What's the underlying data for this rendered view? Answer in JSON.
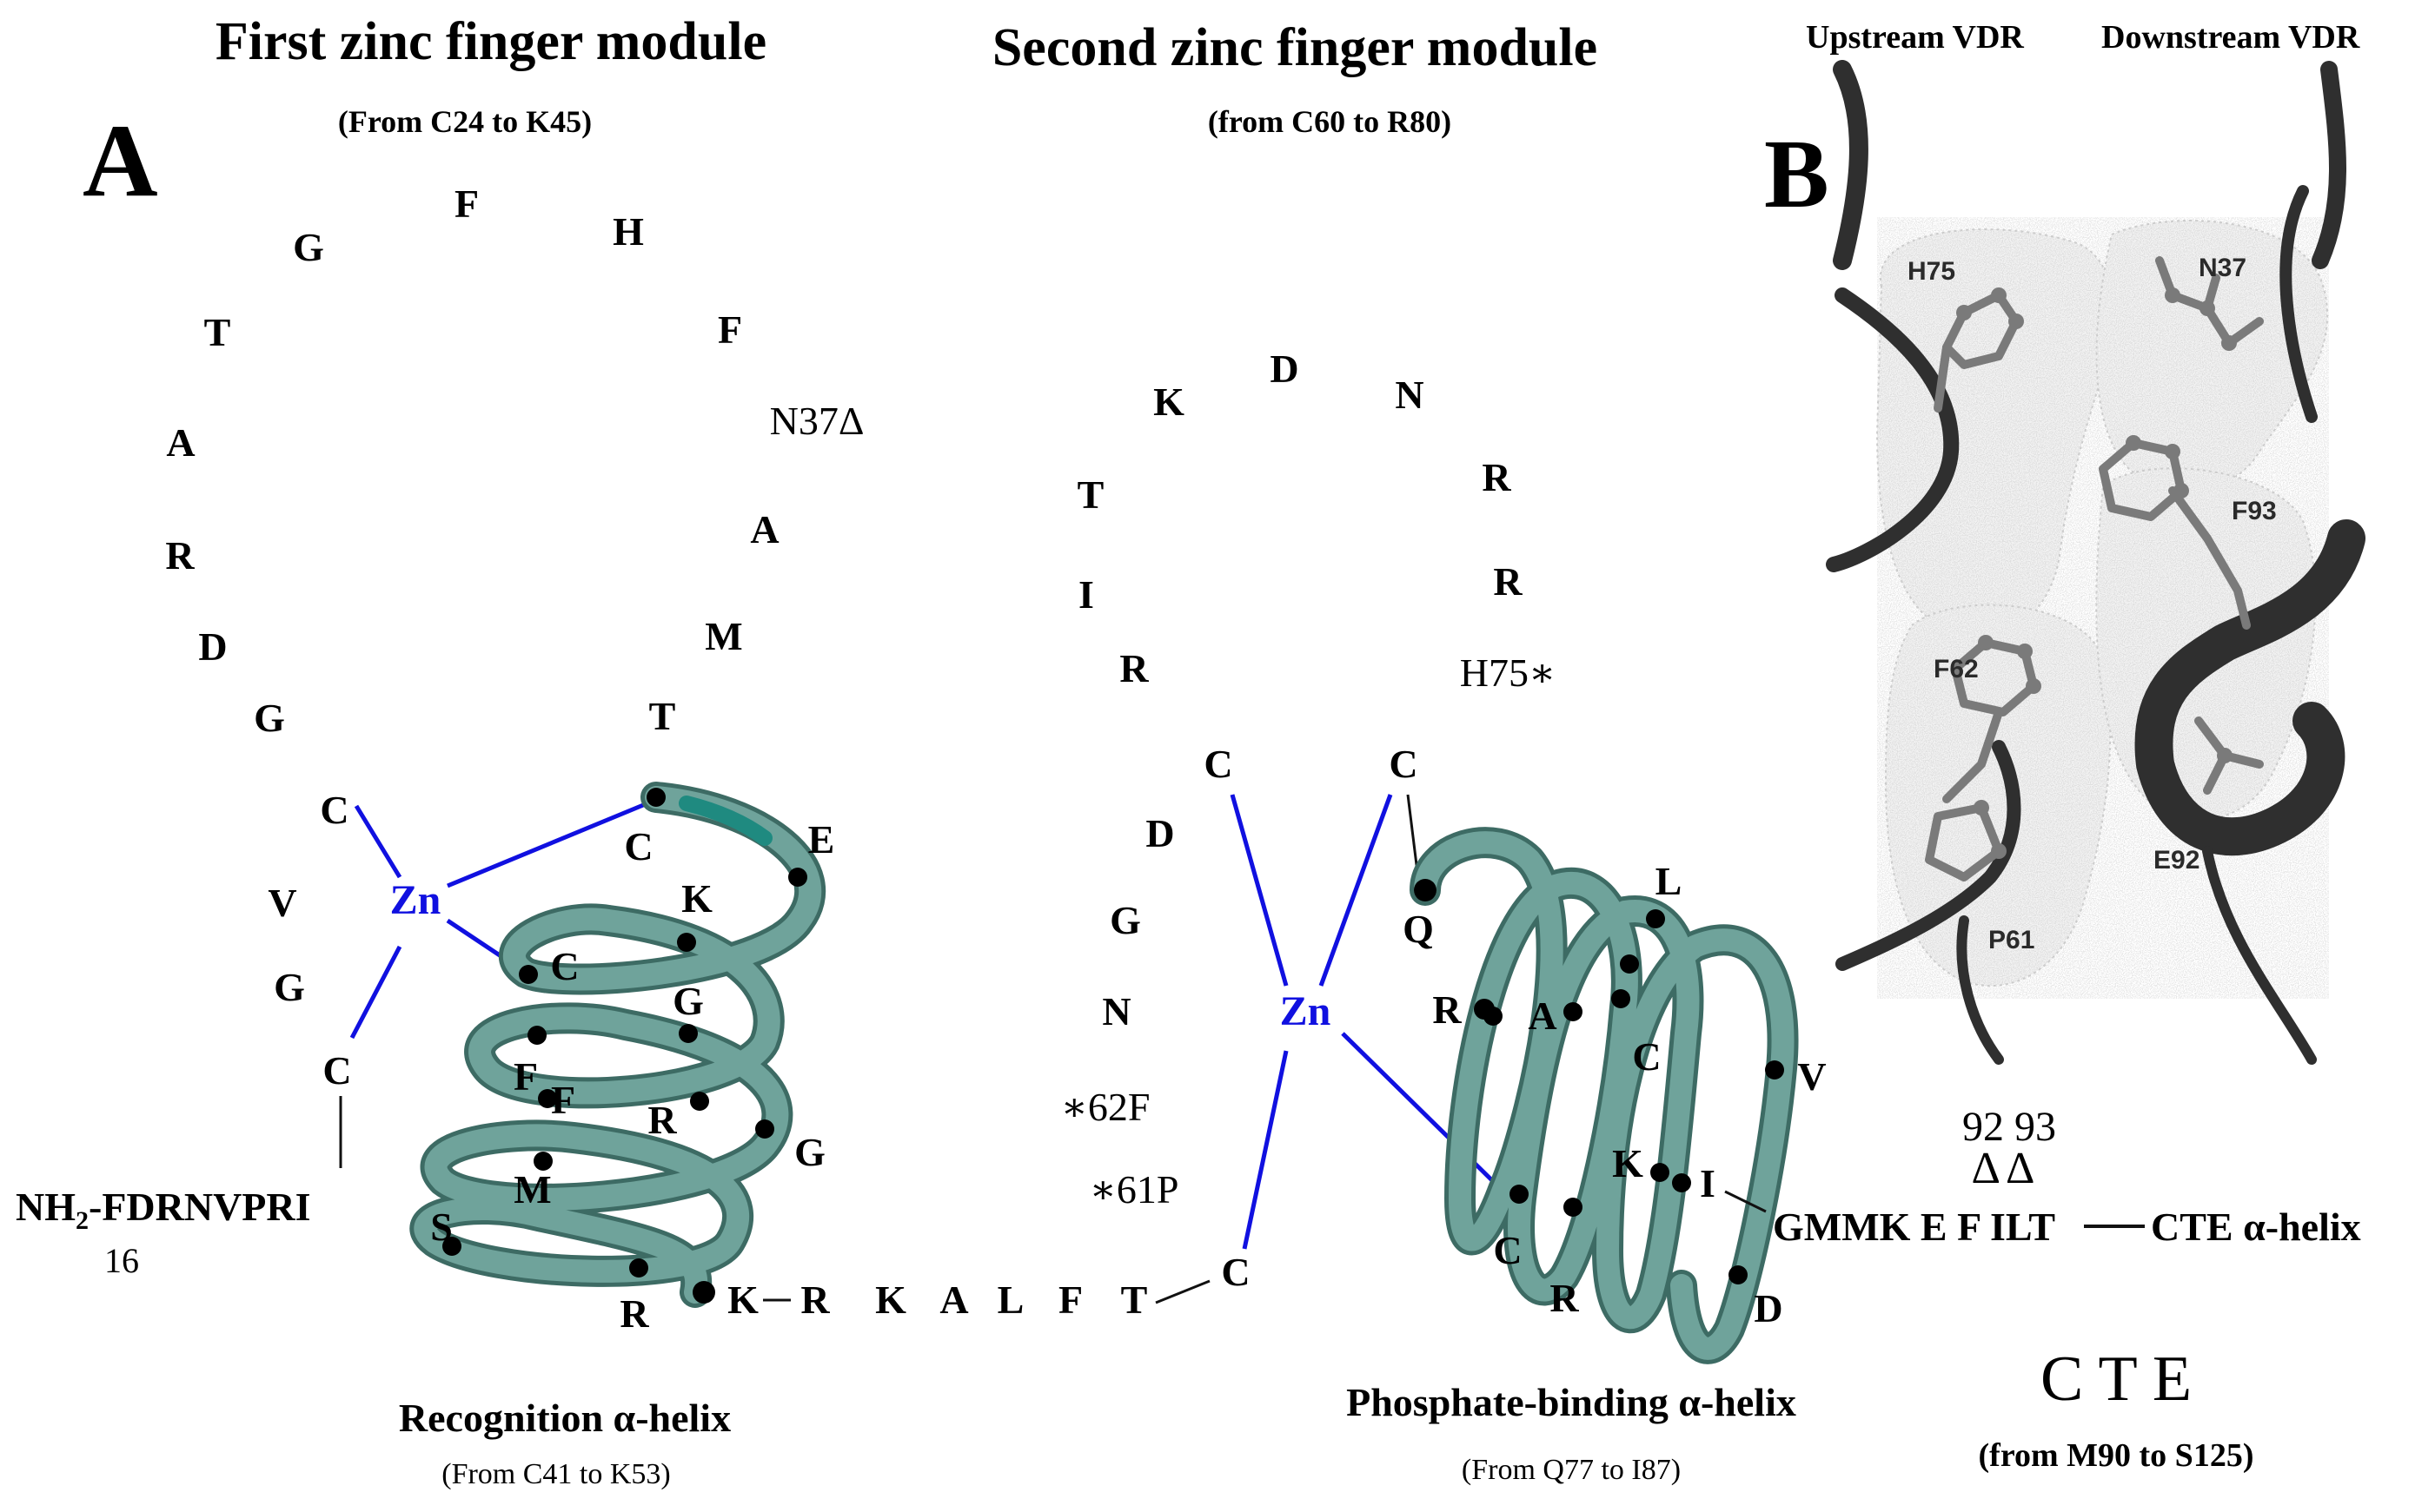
{
  "titles": {
    "module1": "First zinc finger module",
    "module1_range": "(From C24 to K45)",
    "module2": "Second zinc finger module",
    "module2_range": "(from C60 to R80)",
    "panel_a": "A",
    "panel_b": "B"
  },
  "panel_b": {
    "upstream": "Upstream VDR",
    "downstream": "Downstream VDR",
    "residues": [
      "H75",
      "N37",
      "F93",
      "F62",
      "E92",
      "P61"
    ]
  },
  "module1": {
    "loop_residues": [
      "G",
      "F",
      "H",
      "T",
      "F",
      "N37Δ",
      "A",
      "A",
      "R",
      "M",
      "D",
      "G",
      "T"
    ],
    "zinc": "Zn",
    "cys": [
      "C",
      "C",
      "C",
      "C"
    ],
    "other": [
      "V",
      "G"
    ],
    "nterm_prefix": "NH",
    "nterm_sub": "2",
    "nterm_seq": "-FDRNVPRI",
    "nterm_num": "16",
    "helix_residues": [
      "E",
      "K",
      "G",
      "R",
      "G",
      "F",
      "F",
      "M",
      "S",
      "R",
      "K"
    ],
    "helix_label": "Recognition α-helix",
    "helix_range": "(From C41 to K53)"
  },
  "linker": {
    "residues": [
      "R",
      "K",
      "A",
      "L",
      "F",
      "T"
    ],
    "chain": [
      "D",
      "G",
      "N",
      "∗62F",
      "∗61P"
    ]
  },
  "module2": {
    "loop_residues": [
      "K",
      "D",
      "N",
      "T",
      "R",
      "I",
      "R",
      "R",
      "H75∗"
    ],
    "zinc": "Zn",
    "cys": [
      "C",
      "C",
      "C",
      "C"
    ],
    "helix_residues": [
      "Q",
      "L",
      "R",
      "A",
      "C",
      "V",
      "K",
      "I",
      "C",
      "R",
      "D"
    ],
    "helix_label": "Phosphate-binding α-helix",
    "helix_range": "(From Q77 to I87)"
  },
  "cte": {
    "numbers": "92 93",
    "deltas": "ΔΔ",
    "sequence": "GMMK E F ILT",
    "helix": "CTE α-helix",
    "label": "C T E",
    "range": "(from M90 to S125)"
  },
  "colors": {
    "helix": "#6fa39b",
    "helix_edge": "#3d6b64",
    "zinc_line": "#1010e0",
    "dots": "#000000"
  }
}
